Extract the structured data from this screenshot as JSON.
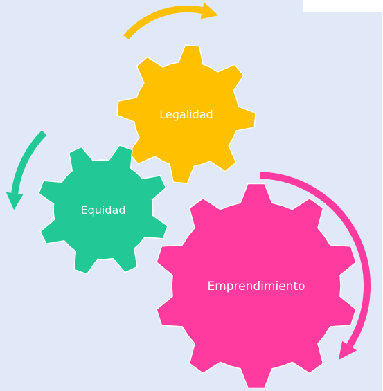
{
  "diagram": {
    "gears": [
      {
        "id": "legalidad",
        "label": "Legalidad",
        "color": "#ffc000"
      },
      {
        "id": "equidad",
        "label": "Equidad",
        "color": "#22c997"
      },
      {
        "id": "emprendimiento",
        "label": "Emprendimiento",
        "color": "#ff3b9f"
      }
    ],
    "arrows": [
      {
        "id": "arrow-legalidad",
        "color": "#ffc000",
        "direction": "clockwise"
      },
      {
        "id": "arrow-equidad",
        "color": "#22c997",
        "direction": "counterclockwise"
      },
      {
        "id": "arrow-emprendimiento",
        "color": "#ff3b9f",
        "direction": "clockwise"
      }
    ],
    "background_color": "#e1e9f9"
  }
}
